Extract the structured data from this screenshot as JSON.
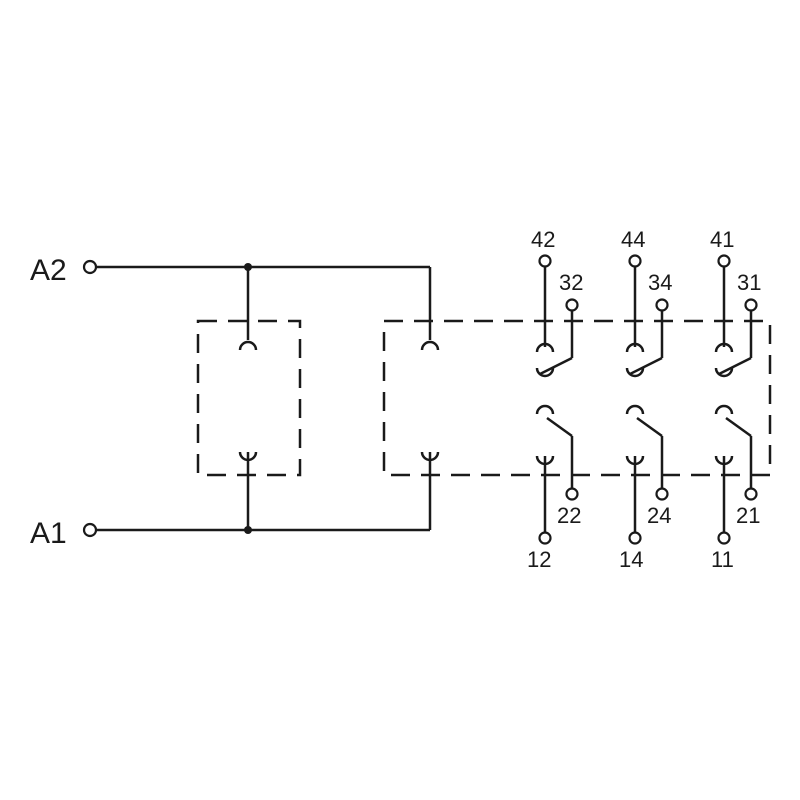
{
  "diagram": {
    "coil_terminals": {
      "top": "A2",
      "bottom": "A1"
    },
    "contact_terminals": {
      "col1": {
        "top_outer": "42",
        "top_inner": "32",
        "bottom_inner": "22",
        "bottom_outer": "12"
      },
      "col2": {
        "top_outer": "44",
        "top_inner": "34",
        "bottom_inner": "24",
        "bottom_outer": "14"
      },
      "col3": {
        "top_outer": "41",
        "top_inner": "31",
        "bottom_inner": "21",
        "bottom_outer": "11"
      }
    },
    "colors": {
      "line": "#1a1a1a",
      "background": "#ffffff"
    }
  }
}
